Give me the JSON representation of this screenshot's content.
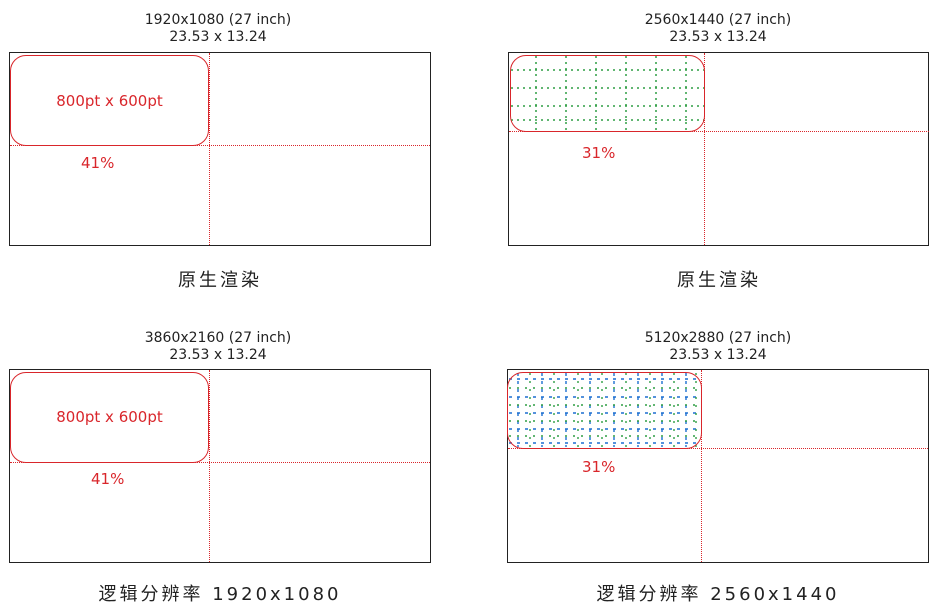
{
  "panels": [
    {
      "res_line1": "1920x1080 (27 inch)",
      "res_line2": "23.53 x 13.24",
      "window_label": "800pt x 600pt",
      "percent": "41%",
      "caption": "原生渲染"
    },
    {
      "res_line1": "2560x1440 (27 inch)",
      "res_line2": "23.53 x 13.24",
      "window_label": "",
      "percent": "31%",
      "caption": "原生渲染"
    },
    {
      "res_line1": "3860x2160 (27 inch)",
      "res_line2": "23.53 x 13.24",
      "window_label": "800pt x 600pt",
      "percent": "41%",
      "caption": "逻辑分辨率 1920x1080"
    },
    {
      "res_line1": "5120x2880 (27 inch)",
      "res_line2": "23.53 x 13.24",
      "window_label": "",
      "percent": "31%",
      "caption": "逻辑分辨率 2560x1440"
    }
  ],
  "colors": {
    "window": "#d9262b",
    "grid_green": "#2f9e44",
    "grid_blue": "#1c6fd1",
    "frame": "#222222"
  }
}
